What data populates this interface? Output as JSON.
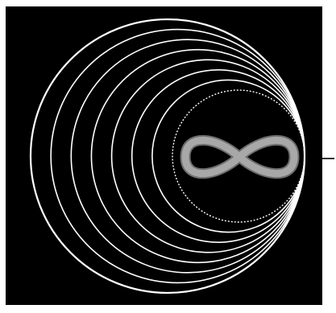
{
  "image": {
    "kind": "decorative artwork",
    "frame_color": "#ffffff",
    "panel_color": "#000000",
    "ring_color": "#ffffff",
    "symbol": "infinity",
    "symbol_color": "#a8a8a8",
    "symbol_outline_color": "#6e6e6e",
    "ring_count": 8,
    "inner_ring_style": "dashed"
  }
}
